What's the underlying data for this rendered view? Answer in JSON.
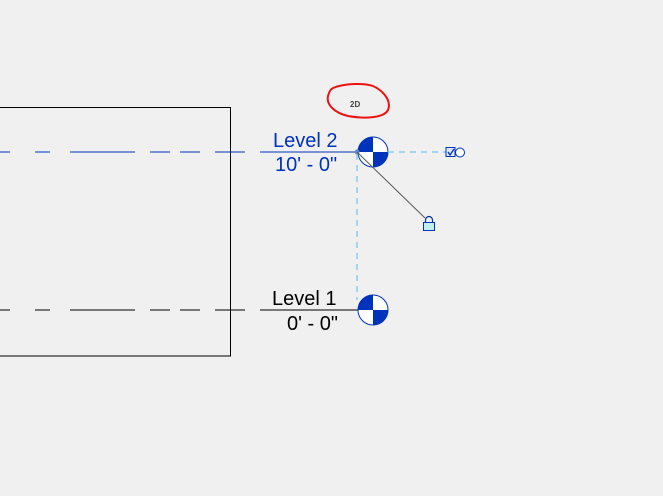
{
  "view": {
    "badge_2d": "2D",
    "levels": [
      {
        "name": "Level 2",
        "elevation": "10' - 0\"",
        "selected": true
      },
      {
        "name": "Level 1",
        "elevation": "0' - 0\"",
        "selected": false
      }
    ]
  },
  "colors": {
    "background": "#f0f0f0",
    "selected": "#0033bb",
    "unselected": "#000000",
    "alignment": "#88ccee",
    "annotation": "#ee1111"
  },
  "icons": [
    "level-head-icon",
    "lock-icon",
    "checkbox-icon",
    "elbow-circle-icon"
  ]
}
